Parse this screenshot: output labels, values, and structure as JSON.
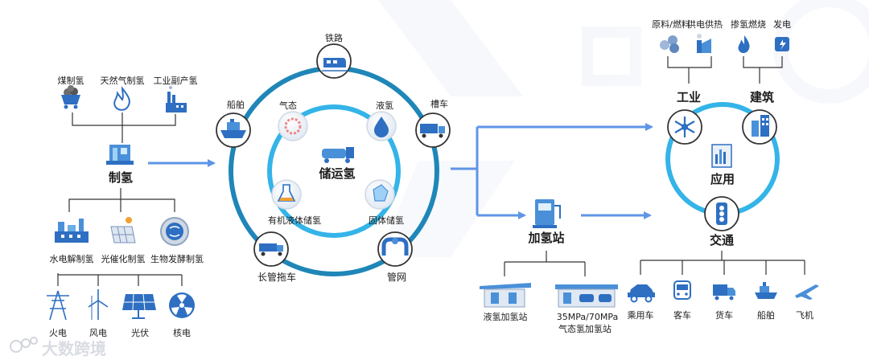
{
  "watermark": {
    "brand": "大数跨境"
  },
  "production": {
    "fossil_sources": [
      "煤制氢",
      "天然气制氢",
      "工业副产氢"
    ],
    "hub": "制氢",
    "renewable_methods": [
      "水电解制氢",
      "光催化制氢",
      "生物发酵制氢"
    ],
    "power_sources": [
      "火电",
      "风电",
      "光伏",
      "核电"
    ]
  },
  "transport": {
    "hub": "储运氢",
    "storage_forms": [
      "气态",
      "液氢",
      "有机液体储氢",
      "固体储氢"
    ],
    "vehicles": [
      "铁路",
      "槽车",
      "管网",
      "长管拖车",
      "船舶"
    ]
  },
  "stations": {
    "hub": "加氢站",
    "types": [
      "液氢加氢站",
      "35MPa/70MPa",
      "气态氢加氢站"
    ]
  },
  "applications": {
    "hub": "应用",
    "industry": "工业",
    "building": "建筑",
    "traffic": "交通",
    "industry_uses": [
      "原料/燃料",
      "供电供热",
      "掺氢燃烧",
      "发电"
    ],
    "traffic_vehicles": [
      "乘用车",
      "客车",
      "货车",
      "船舶",
      "飞机"
    ]
  },
  "colors": {
    "ring_dark": "#1f86b8",
    "ring_light": "#34b4e8",
    "arrow": "#5f95e6",
    "icon": "#2e6fc2"
  }
}
